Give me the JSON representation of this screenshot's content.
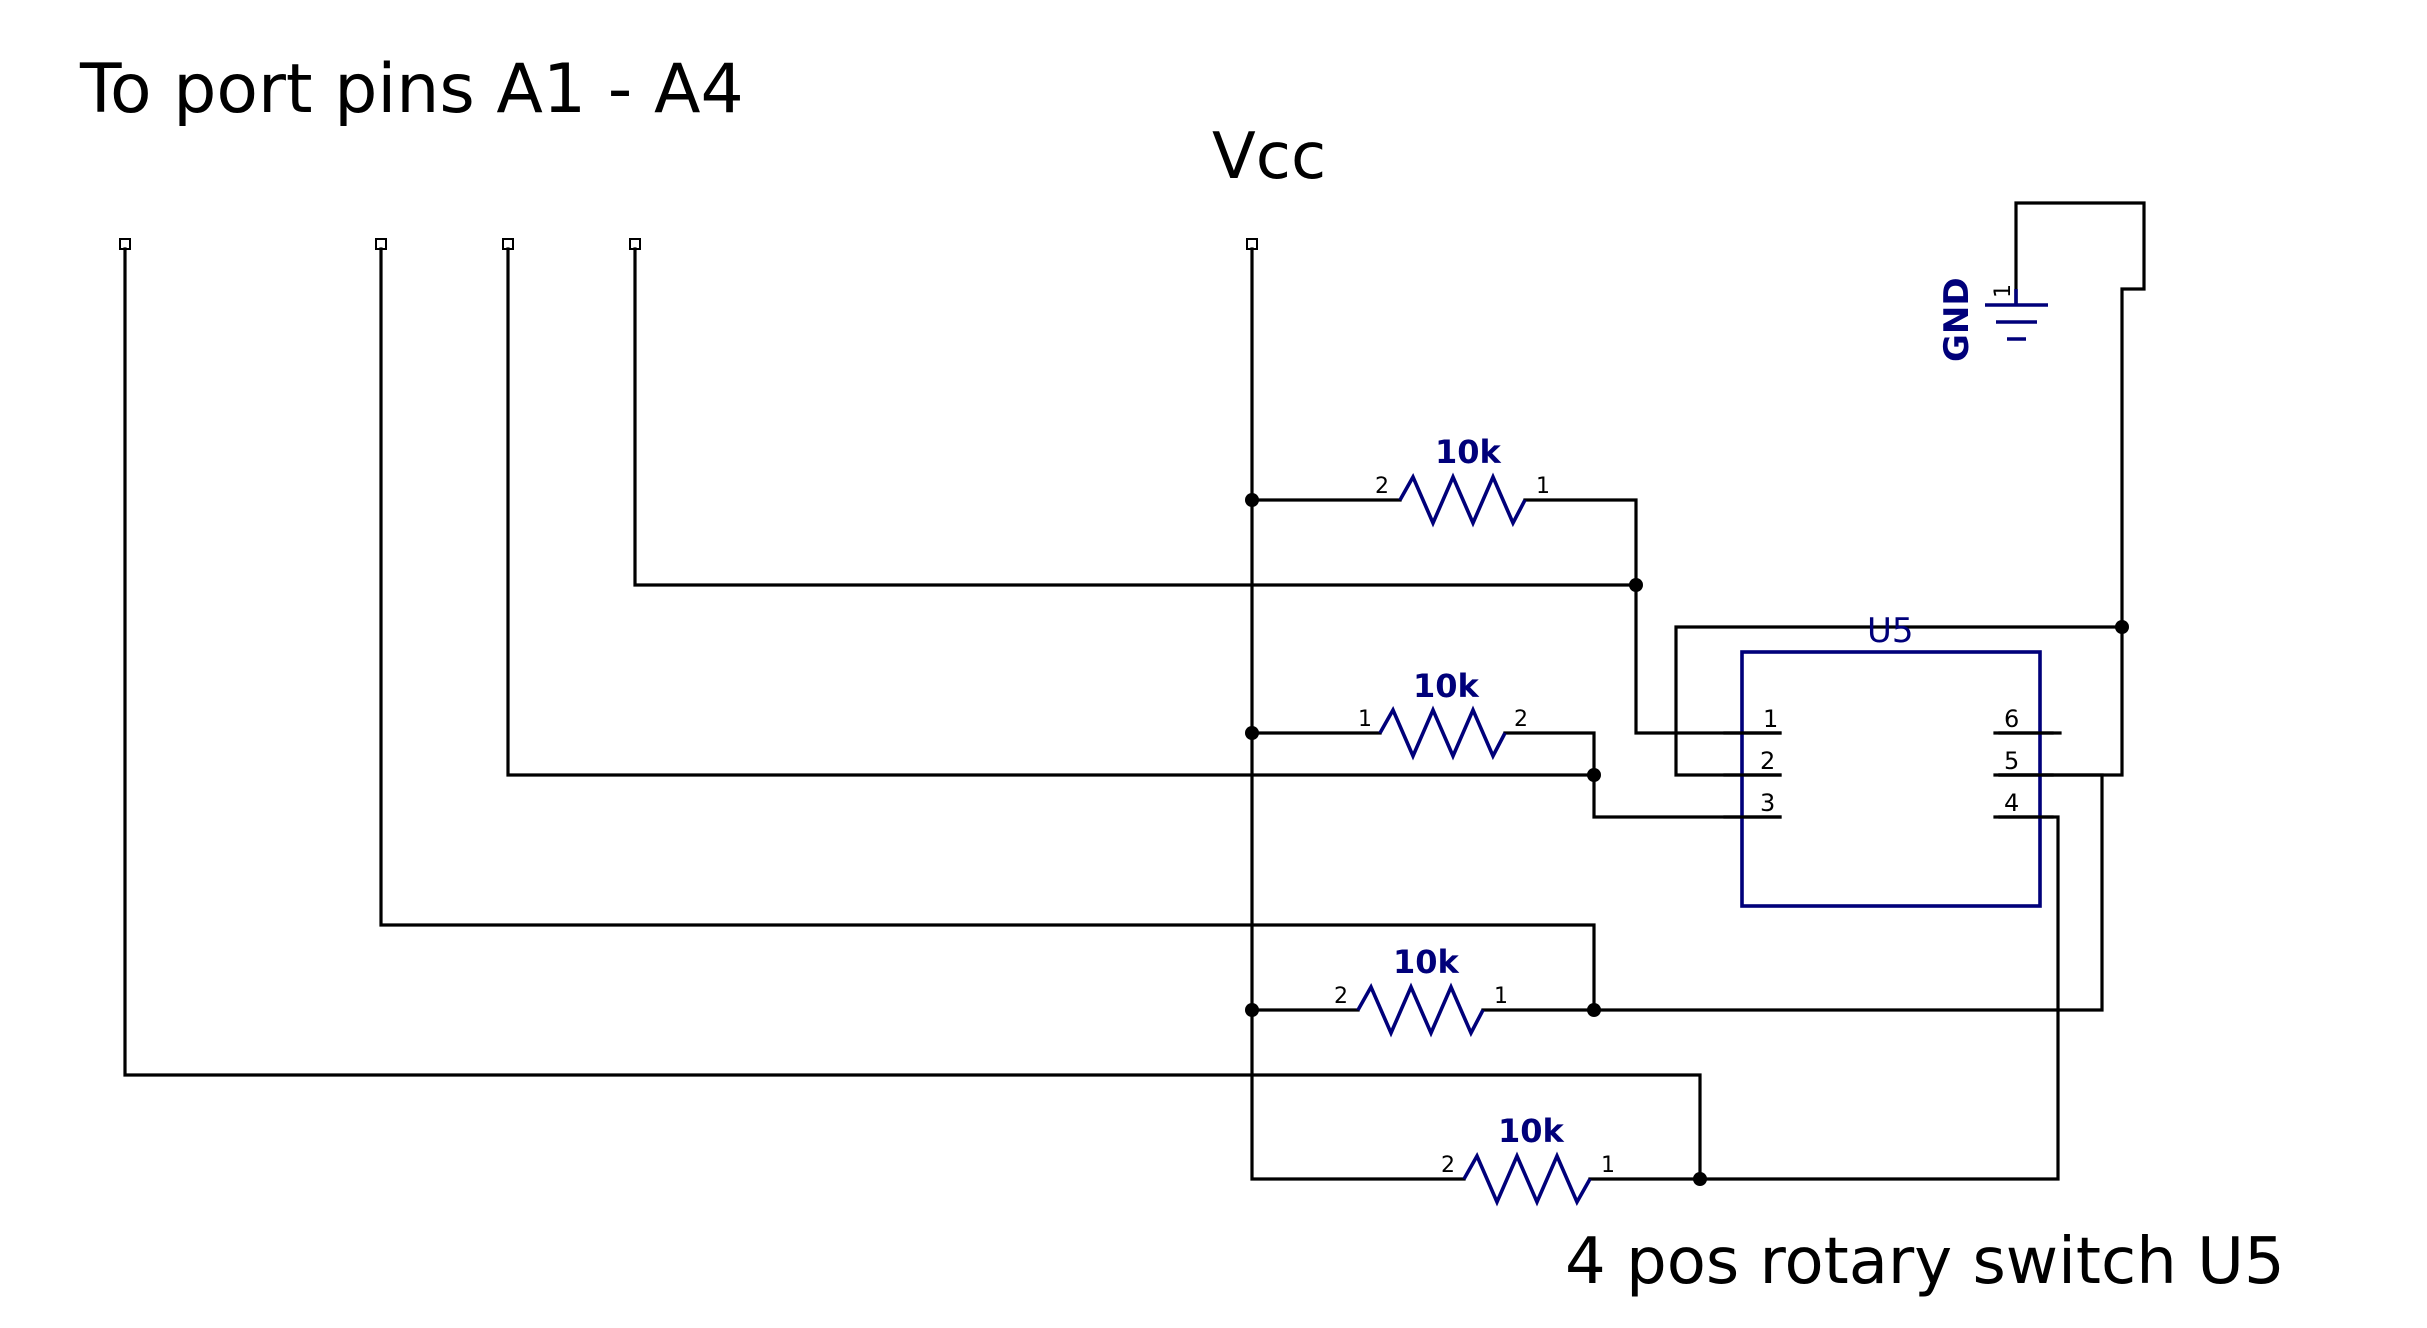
{
  "title_ports": "To port pins A1 - A4",
  "vcc_label": "Vcc",
  "gnd_label": "GND",
  "gnd_pin": "1",
  "caption": "4 pos rotary switch U5",
  "switch": {
    "ref": "U5",
    "pins_left": [
      "1",
      "2",
      "3"
    ],
    "pins_right": [
      "6",
      "5",
      "4"
    ]
  },
  "resistors": [
    {
      "value": "10k",
      "pin_left": "2",
      "pin_right": "1"
    },
    {
      "value": "10k",
      "pin_left": "1",
      "pin_right": "2"
    },
    {
      "value": "10k",
      "pin_left": "2",
      "pin_right": "1"
    },
    {
      "value": "10k",
      "pin_left": "2",
      "pin_right": "1"
    }
  ],
  "colors": {
    "wire": "#000000",
    "component": "#00007a",
    "background": "#ffffff"
  }
}
